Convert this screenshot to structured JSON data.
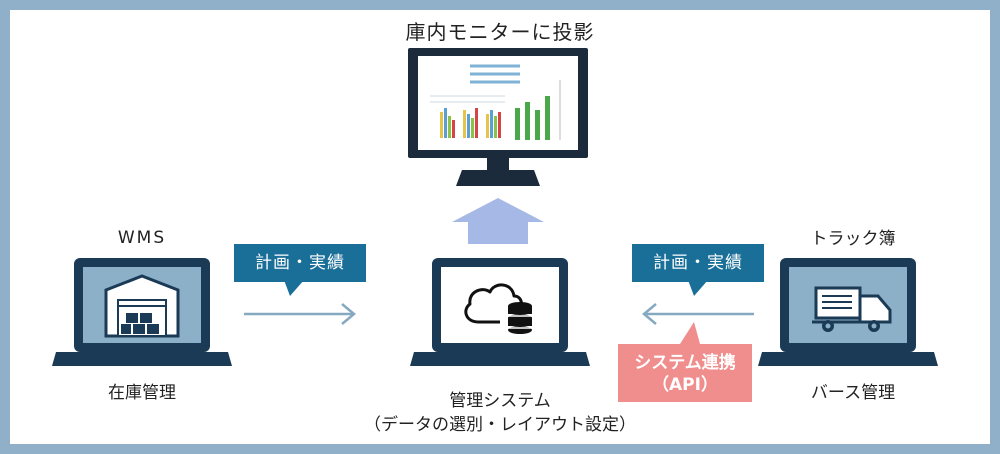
{
  "title": "庫内モニターに投影",
  "left": {
    "caption_top": "WMS",
    "caption_bottom": "在庫管理"
  },
  "center": {
    "caption_line1": "管理システム",
    "caption_line2": "（データの選別・レイアウト設定）"
  },
  "right": {
    "caption_top": "トラック簿",
    "caption_bottom": "バース管理"
  },
  "bubble_left": "計画・実績",
  "bubble_right": "計画・実績",
  "api": {
    "line1": "システム連携",
    "line2": "（API）"
  },
  "colors": {
    "navy": "#1a3a55",
    "screen": "#8cb0c8",
    "blue": "#1a6f98",
    "pink": "#f08d8d",
    "arrow_up": "#a6b8e6"
  }
}
